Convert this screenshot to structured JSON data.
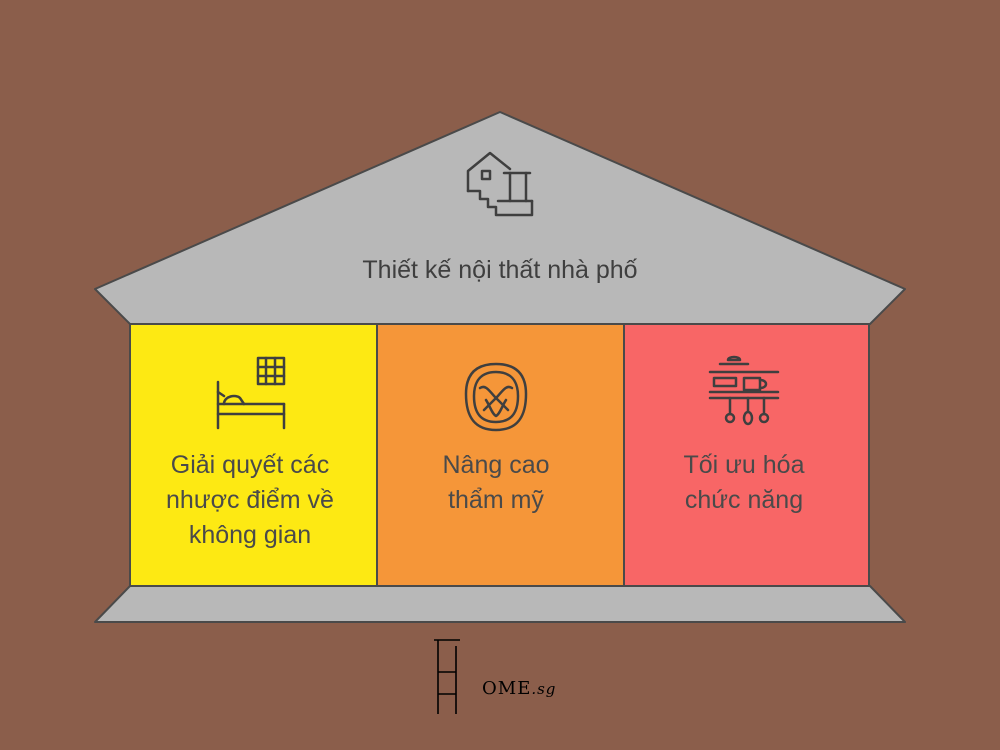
{
  "title": "Thiết kế nội thất nhà phố",
  "roof_icon": "house-stairs-icon",
  "pillars": [
    {
      "label_lines": [
        "Giải quyết các",
        "nhược điểm về",
        "không gian"
      ],
      "icon": "bed-window-icon",
      "color": "#fde913"
    },
    {
      "label_lines": [
        "Nâng cao",
        "thẩm mỹ"
      ],
      "icon": "armchair-icon",
      "color": "#f59639"
    },
    {
      "label_lines": [
        "Tối ưu hóa",
        "chức năng"
      ],
      "icon": "kitchen-shelf-icon",
      "color": "#f86666"
    }
  ],
  "colors": {
    "background": "#8b5e4b",
    "roof": "#b8b8b8",
    "outline": "#4a4a4a"
  },
  "logo": {
    "text": "FHOME.sg",
    "letters_after_frame": "OME",
    "suffix": ".sg"
  }
}
